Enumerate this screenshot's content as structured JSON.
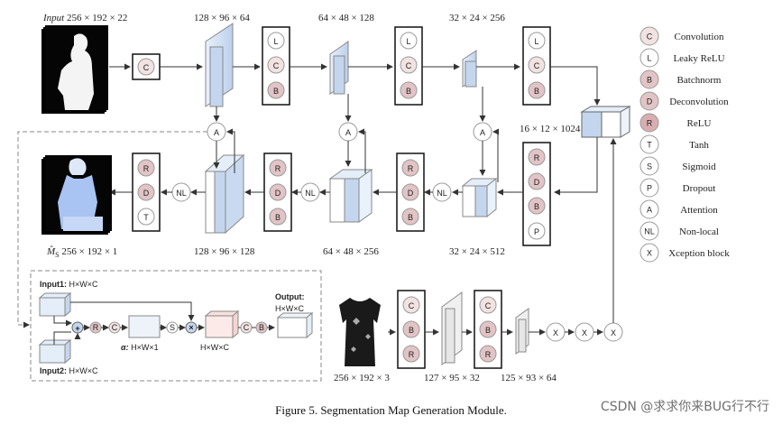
{
  "top_labels": {
    "input": "Input",
    "input_dims": "256 × 192 × 22",
    "enc1": "128 × 96 × 64",
    "enc2": "64 × 48 × 128",
    "enc3": "32 × 24 × 256",
    "bottleneck": "16 × 12 × 1024"
  },
  "bottom_labels": {
    "output_dims": "256 × 192 × 1",
    "dec1": "128 × 96 × 128",
    "dec2": "64 × 48 × 256",
    "dec3": "32 × 24 × 512",
    "cloth": "256 × 192 × 3",
    "x1": "127 × 95 × 32",
    "x2": "125 × 93 × 64"
  },
  "ops": {
    "C": "C",
    "L": "L",
    "B": "B",
    "D": "D",
    "R": "R",
    "T": "T",
    "S": "S",
    "P": "P",
    "A": "A",
    "NL": "NL",
    "X": "X"
  },
  "legend": [
    {
      "letter": "C",
      "label": "Convolution"
    },
    {
      "letter": "L",
      "label": "Leaky ReLU"
    },
    {
      "letter": "B",
      "label": "Batchnorm"
    },
    {
      "letter": "D",
      "label": "Deconvolution"
    },
    {
      "letter": "R",
      "label": "ReLU"
    },
    {
      "letter": "T",
      "label": "Tanh"
    },
    {
      "letter": "S",
      "label": "Sigmoid"
    },
    {
      "letter": "P",
      "label": "Dropout"
    },
    {
      "letter": "A",
      "label": "Attention"
    },
    {
      "letter": "NL",
      "label": "Non-local"
    },
    {
      "letter": "X",
      "label": "Xception block"
    }
  ],
  "attention_inset": {
    "input1": "Input1:",
    "input1_dims": "H×W×C",
    "input2": "Input2:",
    "input2_dims": "H×W×C",
    "output": "Output:",
    "output_dims": "H×W×C",
    "alpha": "α:",
    "alpha_dims": "H×W×1",
    "mid_dims": "H×W×C",
    "plus": "+",
    "times": "×"
  },
  "caption": "Figure 5. Segmentation Map Generation Module.",
  "watermark": "CSDN @求求你来BUG行不行",
  "colors": {
    "pink": "#e2c4c6",
    "pink_light": "#f2e2e2",
    "blue_face": "#c4d6ee",
    "blue_light": "#e4eef9",
    "dashed": "#888888"
  }
}
